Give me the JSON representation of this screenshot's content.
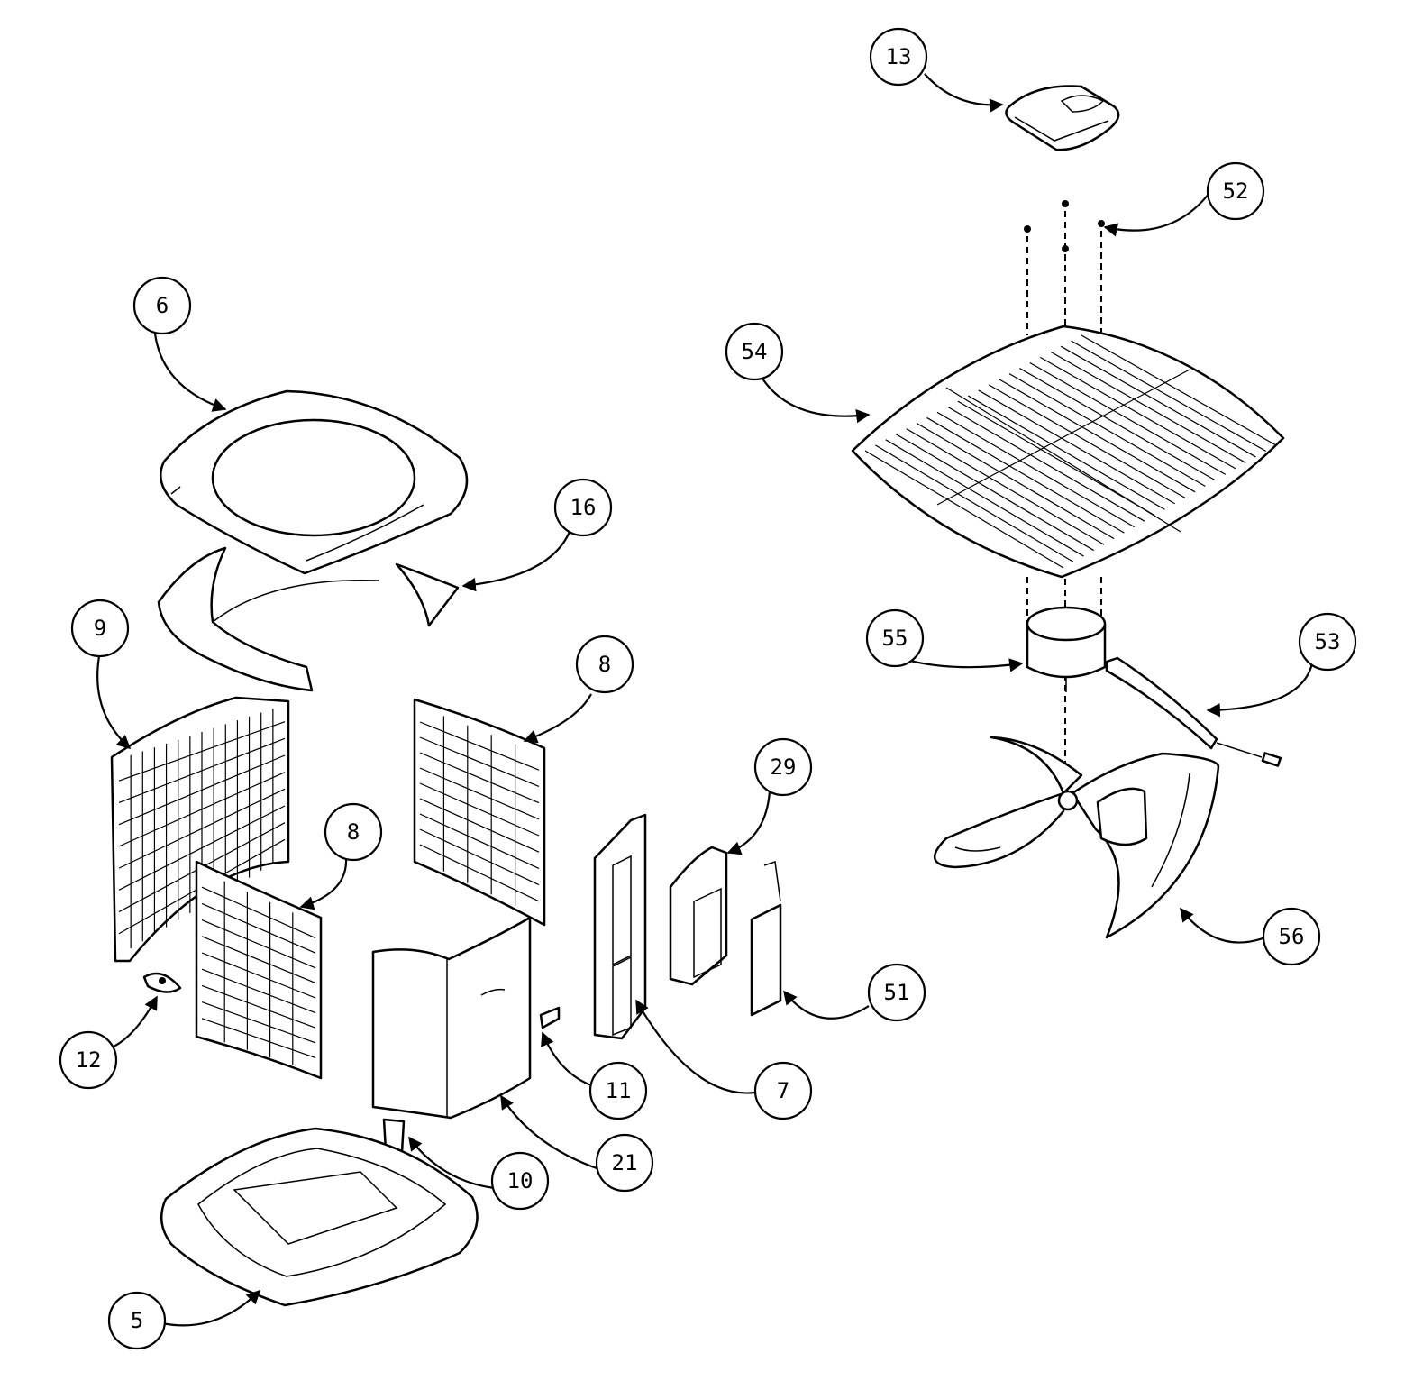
{
  "callouts": [
    {
      "id": "13",
      "label": "13"
    },
    {
      "id": "52",
      "label": "52"
    },
    {
      "id": "6",
      "label": "6"
    },
    {
      "id": "54",
      "label": "54"
    },
    {
      "id": "16",
      "label": "16"
    },
    {
      "id": "9",
      "label": "9"
    },
    {
      "id": "8a",
      "label": "8"
    },
    {
      "id": "55",
      "label": "55"
    },
    {
      "id": "53",
      "label": "53"
    },
    {
      "id": "29",
      "label": "29"
    },
    {
      "id": "8b",
      "label": "8"
    },
    {
      "id": "56",
      "label": "56"
    },
    {
      "id": "51",
      "label": "51"
    },
    {
      "id": "12",
      "label": "12"
    },
    {
      "id": "11",
      "label": "11"
    },
    {
      "id": "7",
      "label": "7"
    },
    {
      "id": "21",
      "label": "21"
    },
    {
      "id": "10",
      "label": "10"
    },
    {
      "id": "5",
      "label": "5"
    }
  ]
}
